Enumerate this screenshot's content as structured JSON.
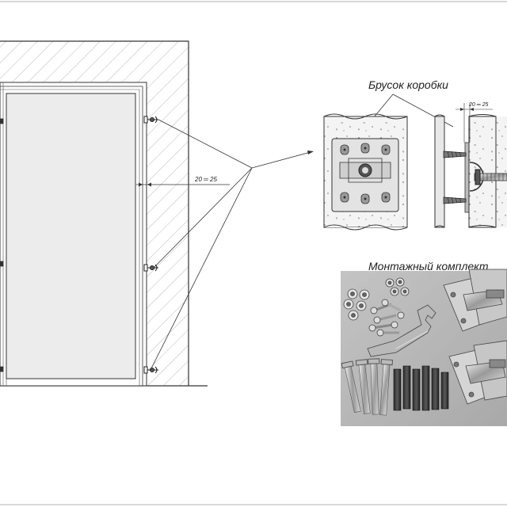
{
  "labels": {
    "frame_bar": "Брусок коробки",
    "mounting_kit": "Монтажный комплект",
    "dim_main": "20 ═ 25",
    "dim_detail": "20 ═ 25"
  },
  "colors": {
    "line": "#333333",
    "hatch": "#9a9a9a",
    "door_fill": "#ececec",
    "photo_bg": "#b8b8b8"
  },
  "icons": {
    "anchor": "mounting-bracket-icon",
    "screw": "screw-icon",
    "dowel": "dowel-icon",
    "nut": "nut-icon",
    "wrench": "wrench-icon"
  }
}
